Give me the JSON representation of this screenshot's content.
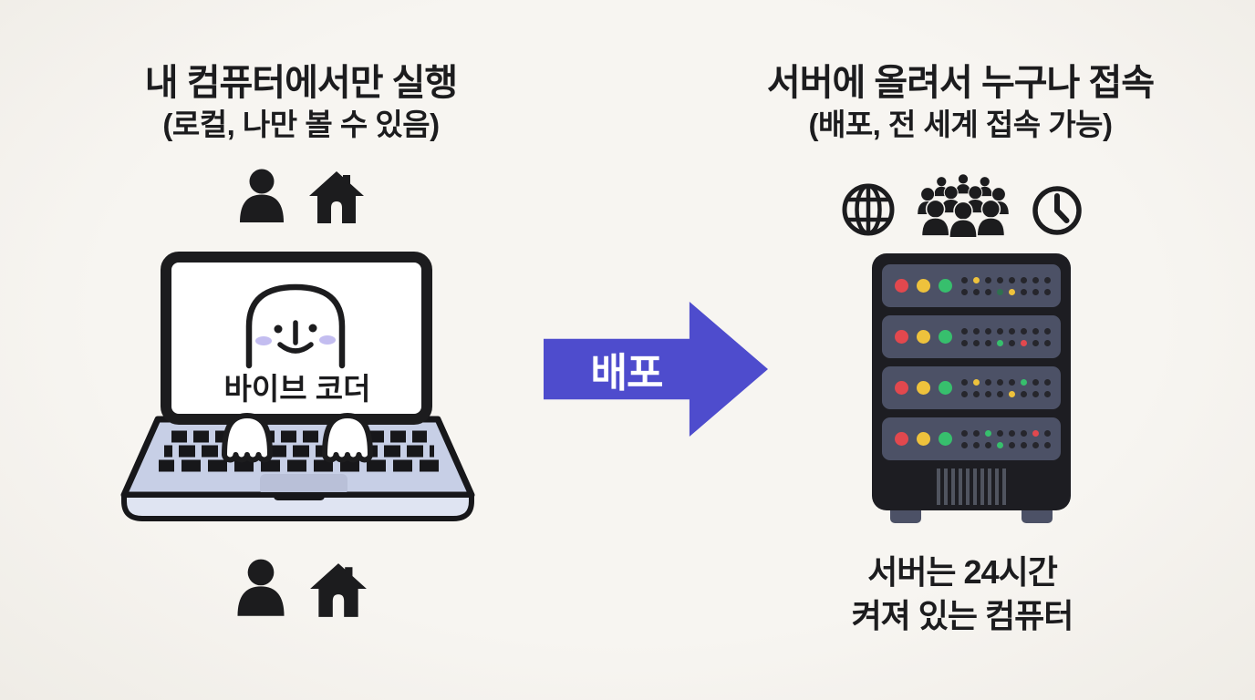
{
  "canvas": {
    "background": "#f6f4f0",
    "ink": "#1c1c1e"
  },
  "left": {
    "title": "내 컴퓨터에서만 실행",
    "subtitle": "(로컬, 나만 볼 수 있음)",
    "laptop_label": "바이브 코더",
    "icons": [
      "person-icon",
      "house-icon"
    ],
    "laptop_colors": {
      "deck": "#c7cfe6",
      "lip": "#dfe4f2",
      "trackpad": "#b9c0d8",
      "blush": "#c3bdf0"
    }
  },
  "arrow": {
    "label": "배포",
    "color": "#4e4ccd",
    "text_color": "#ffffff"
  },
  "right": {
    "title": "서버에 올려서 누구나 접속",
    "subtitle": "(배포, 전 세계 접속 가능)",
    "icons": [
      "globe-icon",
      "crowd-icon",
      "clock-icon"
    ],
    "caption_line1": "서버는 24시간",
    "caption_line2": "켜져 있는 컴퓨터"
  },
  "server": {
    "body_color": "#1d1d22",
    "bay_color": "#4c5166",
    "led_palette": {
      "r": "#e2484e",
      "y": "#eec23c",
      "g": "#37bf6d",
      "G": "#2f7050",
      "d": "#26262c"
    },
    "units": [
      {
        "big": [
          "r",
          "y",
          "g"
        ],
        "dot_rows": [
          [
            "d",
            "y",
            "d",
            "d",
            "d",
            "d",
            "d",
            "d"
          ],
          [
            "d",
            "d",
            "d",
            "G",
            "y",
            "d",
            "d",
            "d"
          ]
        ]
      },
      {
        "big": [
          "r",
          "y",
          "g"
        ],
        "dot_rows": [
          [
            "d",
            "d",
            "d",
            "d",
            "d",
            "d",
            "d",
            "d"
          ],
          [
            "d",
            "d",
            "d",
            "g",
            "d",
            "r",
            "d",
            "d"
          ]
        ]
      },
      {
        "big": [
          "r",
          "y",
          "g"
        ],
        "dot_rows": [
          [
            "d",
            "y",
            "d",
            "d",
            "d",
            "g",
            "d",
            "d"
          ],
          [
            "d",
            "d",
            "d",
            "d",
            "y",
            "d",
            "d",
            "d"
          ]
        ]
      },
      {
        "big": [
          "r",
          "y",
          "g"
        ],
        "dot_rows": [
          [
            "d",
            "d",
            "g",
            "d",
            "d",
            "d",
            "r",
            "d"
          ],
          [
            "d",
            "d",
            "d",
            "g",
            "d",
            "d",
            "d",
            "d"
          ]
        ]
      }
    ]
  }
}
